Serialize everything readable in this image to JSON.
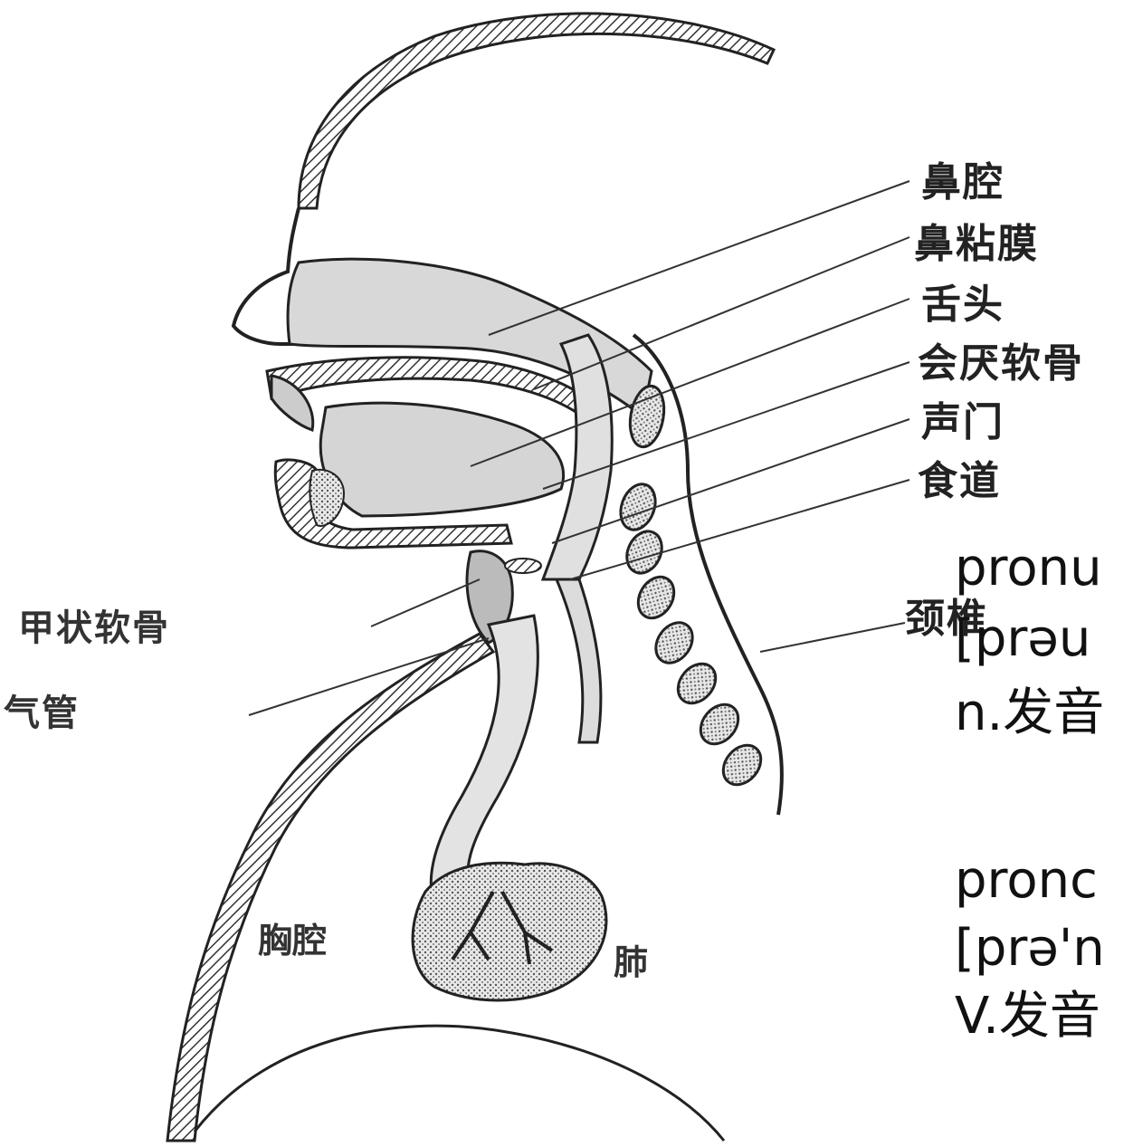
{
  "labels": {
    "nasal_cavity": "鼻腔",
    "nasal_mucosa": "鼻粘膜",
    "tongue": "舌头",
    "epiglottis": "会厌软骨",
    "glottis": "声门",
    "esophagus": "食道",
    "cervical_vertebrae": "颈椎",
    "thyroid_cartilage": "甲状软骨",
    "trachea": "气管",
    "thoracic_cavity": "胸腔",
    "lung": "肺"
  },
  "vocab": {
    "noun_word": "pronu",
    "noun_phonetic": "[prəu",
    "noun_meaning": "n.发音",
    "verb_word": "pronc",
    "verb_phonetic": "[prə'n",
    "verb_meaning": "V.发音"
  }
}
